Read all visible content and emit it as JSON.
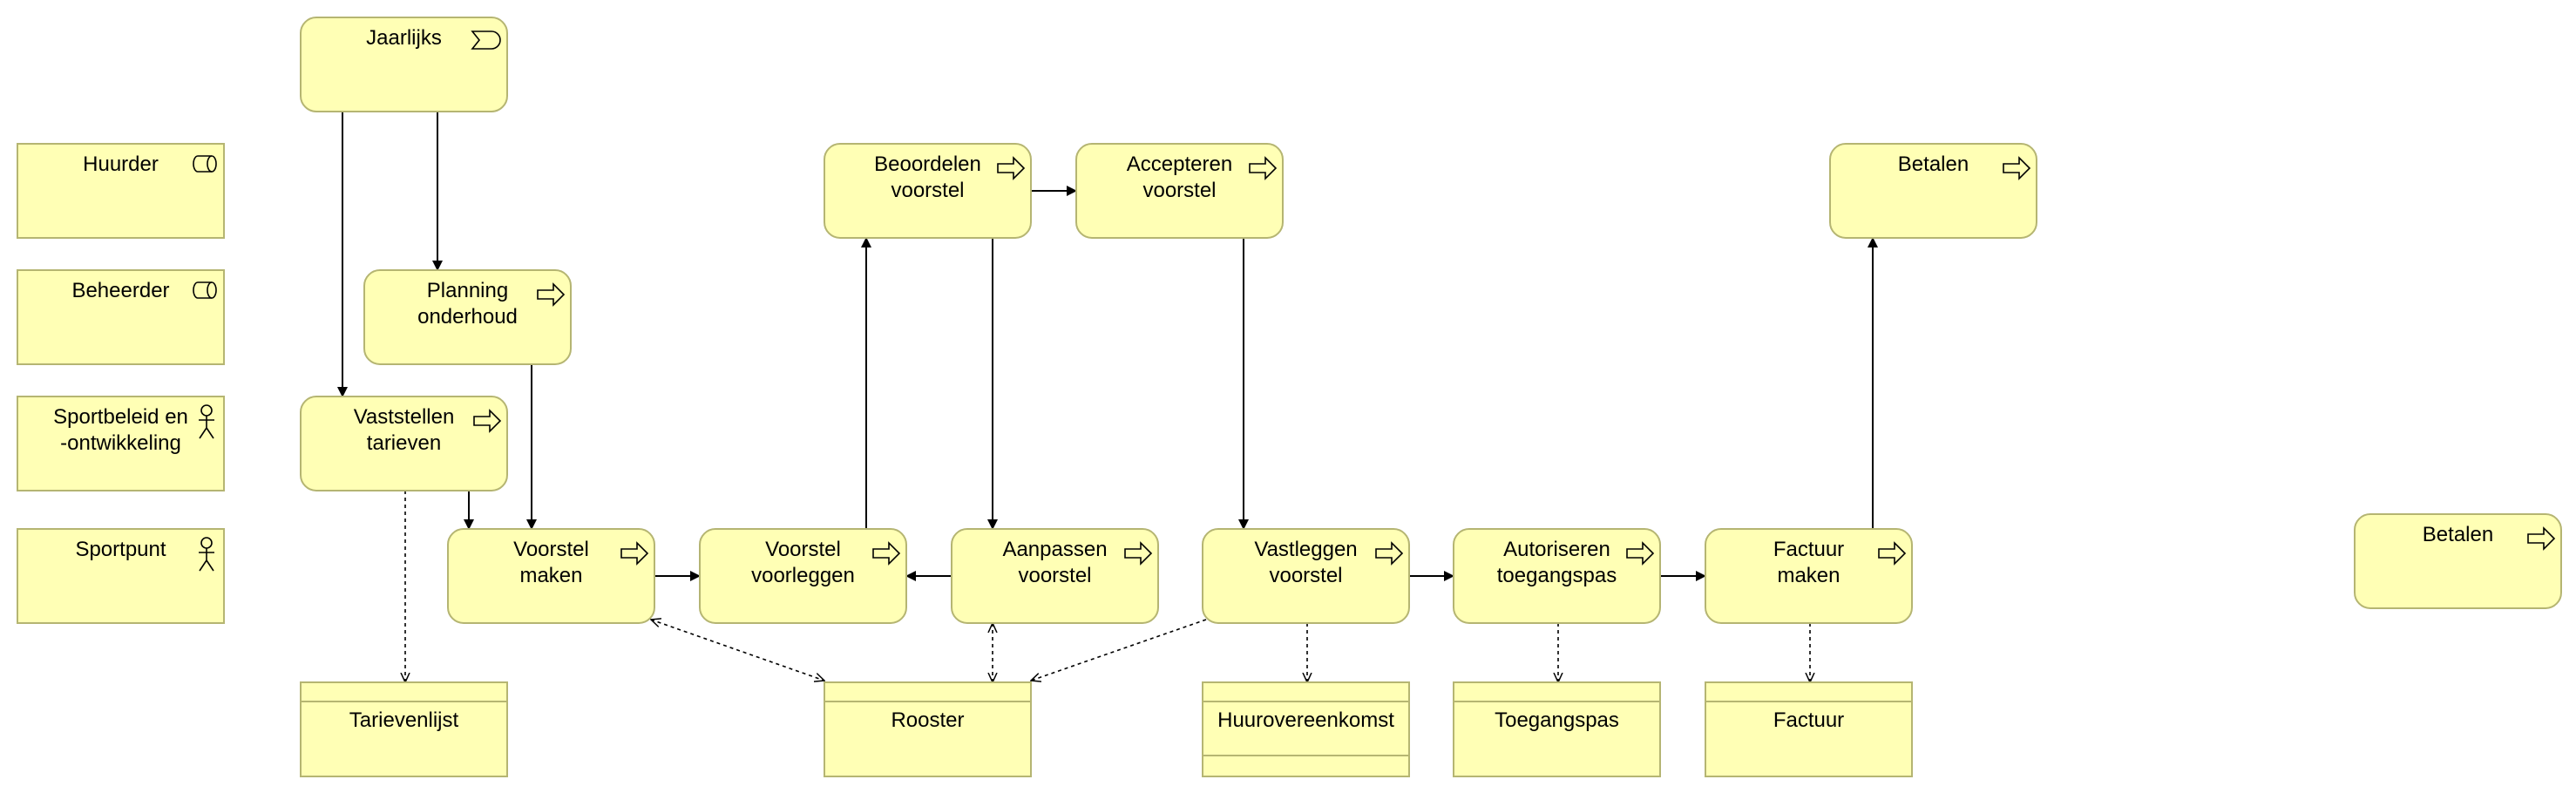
{
  "diagram": {
    "colors": {
      "fill": "#ffffb5",
      "stroke": "#b5b572",
      "line": "#000000"
    },
    "nodes": [
      {
        "id": "jaarlijks",
        "type": "event",
        "lines": [
          "Jaarlijks"
        ],
        "icon": "event-icon"
      },
      {
        "id": "huurder",
        "type": "role",
        "lines": [
          "Huurder"
        ],
        "icon": "role-icon"
      },
      {
        "id": "beheerder",
        "type": "role",
        "lines": [
          "Beheerder"
        ],
        "icon": "role-icon"
      },
      {
        "id": "sportbeleid",
        "type": "actor",
        "lines": [
          "Sportbeleid en",
          "-ontwikkeling"
        ],
        "icon": "actor-icon"
      },
      {
        "id": "sportpunt",
        "type": "actor",
        "lines": [
          "Sportpunt"
        ],
        "icon": "actor-icon"
      },
      {
        "id": "planning",
        "type": "process",
        "lines": [
          "Planning",
          "onderhoud"
        ],
        "icon": "process-arrow-icon"
      },
      {
        "id": "vaststellen",
        "type": "process",
        "lines": [
          "Vaststellen",
          "tarieven"
        ],
        "icon": "process-arrow-icon"
      },
      {
        "id": "beoordelen",
        "type": "process",
        "lines": [
          "Beoordelen",
          "voorstel"
        ],
        "icon": "process-arrow-icon"
      },
      {
        "id": "accepteren",
        "type": "process",
        "lines": [
          "Accepteren",
          "voorstel"
        ],
        "icon": "process-arrow-icon"
      },
      {
        "id": "betalen1",
        "type": "process",
        "lines": [
          "Betalen"
        ],
        "icon": "process-arrow-icon"
      },
      {
        "id": "voorstel_maken",
        "type": "process",
        "lines": [
          "Voorstel",
          "maken"
        ],
        "icon": "process-arrow-icon"
      },
      {
        "id": "voorleggen",
        "type": "process",
        "lines": [
          "Voorstel",
          "voorleggen"
        ],
        "icon": "process-arrow-icon"
      },
      {
        "id": "aanpassen",
        "type": "process",
        "lines": [
          "Aanpassen",
          "voorstel"
        ],
        "icon": "process-arrow-icon"
      },
      {
        "id": "vastleggen",
        "type": "process",
        "lines": [
          "Vastleggen",
          "voorstel"
        ],
        "icon": "process-arrow-icon"
      },
      {
        "id": "autoriseren",
        "type": "process",
        "lines": [
          "Autoriseren",
          "toegangspas"
        ],
        "icon": "process-arrow-icon"
      },
      {
        "id": "factuur_maken",
        "type": "process",
        "lines": [
          "Factuur",
          "maken"
        ],
        "icon": "process-arrow-icon"
      },
      {
        "id": "betalen2",
        "type": "process",
        "lines": [
          "Betalen"
        ],
        "icon": "process-arrow-icon"
      },
      {
        "id": "tarievenlijst",
        "type": "object",
        "lines": [
          "Tarievenlijst"
        ]
      },
      {
        "id": "rooster",
        "type": "object",
        "lines": [
          "Rooster"
        ]
      },
      {
        "id": "huurovereenkomst",
        "type": "object",
        "lines": [
          "Huurovereenkomst"
        ]
      },
      {
        "id": "toegangspas",
        "type": "object",
        "lines": [
          "Toegangspas"
        ]
      },
      {
        "id": "factuur",
        "type": "object",
        "lines": [
          "Factuur"
        ]
      }
    ],
    "edges": [
      {
        "from": "jaarlijks",
        "to": "vaststellen",
        "kind": "triggering"
      },
      {
        "from": "jaarlijks",
        "to": "planning",
        "kind": "triggering"
      },
      {
        "from": "planning",
        "to": "voorstel_maken",
        "kind": "triggering"
      },
      {
        "from": "vaststellen",
        "to": "voorstel_maken",
        "kind": "triggering"
      },
      {
        "from": "voorstel_maken",
        "to": "voorleggen",
        "kind": "triggering"
      },
      {
        "from": "voorleggen",
        "to": "beoordelen",
        "kind": "triggering"
      },
      {
        "from": "beoordelen",
        "to": "accepteren",
        "kind": "triggering"
      },
      {
        "from": "beoordelen",
        "to": "aanpassen",
        "kind": "triggering"
      },
      {
        "from": "aanpassen",
        "to": "voorleggen",
        "kind": "triggering"
      },
      {
        "from": "accepteren",
        "to": "vastleggen",
        "kind": "triggering"
      },
      {
        "from": "vastleggen",
        "to": "autoriseren",
        "kind": "triggering"
      },
      {
        "from": "autoriseren",
        "to": "factuur_maken",
        "kind": "triggering"
      },
      {
        "from": "factuur_maken",
        "to": "betalen1",
        "kind": "triggering"
      },
      {
        "from": "vaststellen",
        "to": "tarievenlijst",
        "kind": "access"
      },
      {
        "from": "voorstel_maken",
        "to": "rooster",
        "kind": "access-both"
      },
      {
        "from": "aanpassen",
        "to": "rooster",
        "kind": "access-both"
      },
      {
        "from": "vastleggen",
        "to": "rooster",
        "kind": "access"
      },
      {
        "from": "vastleggen",
        "to": "huurovereenkomst",
        "kind": "access"
      },
      {
        "from": "autoriseren",
        "to": "toegangspas",
        "kind": "access"
      },
      {
        "from": "factuur_maken",
        "to": "factuur",
        "kind": "access"
      }
    ]
  }
}
